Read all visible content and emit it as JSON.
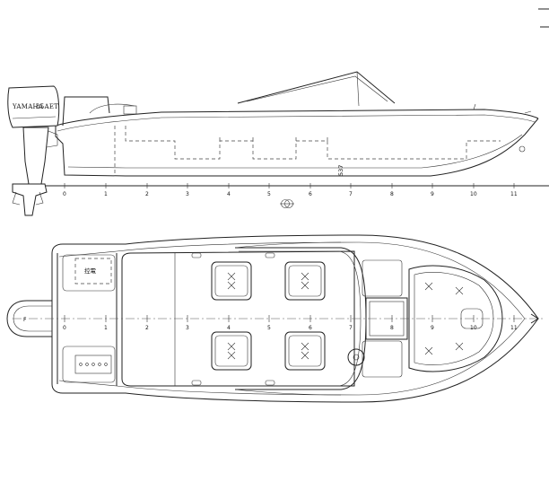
{
  "engine": {
    "brand": "YAMAHA",
    "model": "85AET"
  },
  "profile": {
    "dimension_label": "537"
  },
  "plan": {
    "panel_label": "控電"
  },
  "stations_top": [
    "0",
    "1",
    "2",
    "3",
    "4",
    "5",
    "6",
    "7",
    "8",
    "9",
    "10",
    "11"
  ],
  "stations_plan": [
    "0",
    "1",
    "2",
    "3",
    "4",
    "5",
    "6",
    "7",
    "8",
    "9",
    "10",
    "11"
  ]
}
